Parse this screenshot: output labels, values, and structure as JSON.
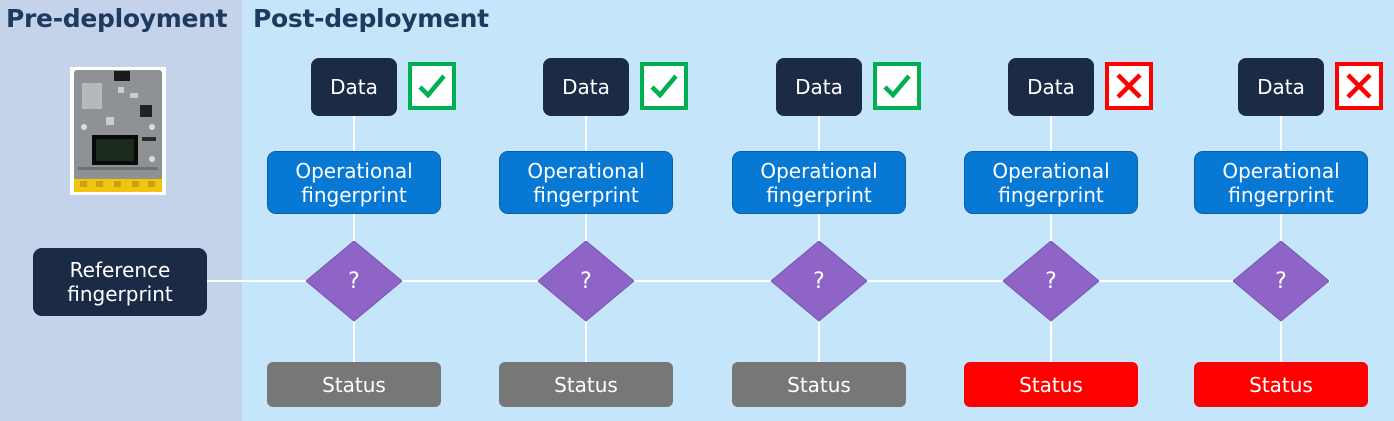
{
  "pre_title": "Pre-deployment",
  "post_title": "Post-deployment",
  "reference": {
    "label": "Reference fingerprint",
    "line1": "Reference",
    "line2": "fingerprint"
  },
  "device_icon": "circuit-board-device",
  "stages": [
    {
      "data": "Data",
      "op_line1": "Operational",
      "op_line2": "fingerprint",
      "decision": "?",
      "status": "Status",
      "result": "pass",
      "status_color": "#777777"
    },
    {
      "data": "Data",
      "op_line1": "Operational",
      "op_line2": "fingerprint",
      "decision": "?",
      "status": "Status",
      "result": "pass",
      "status_color": "#777777"
    },
    {
      "data": "Data",
      "op_line1": "Operational",
      "op_line2": "fingerprint",
      "decision": "?",
      "status": "Status",
      "result": "pass",
      "status_color": "#777777"
    },
    {
      "data": "Data",
      "op_line1": "Operational",
      "op_line2": "fingerprint",
      "decision": "?",
      "status": "Status",
      "result": "fail",
      "status_color": "#ff0000"
    },
    {
      "data": "Data",
      "op_line1": "Operational",
      "op_line2": "fingerprint",
      "decision": "?",
      "status": "Status",
      "result": "fail",
      "status_color": "#ff0000"
    }
  ],
  "colors": {
    "pre_panel": "#c5d3ea",
    "post_panel": "#c5e5fb",
    "data_box": "#1b2a45",
    "operational_box": "#0878d5",
    "decision": "#8e64c7",
    "pass": "#00b050",
    "fail": "#ff0000"
  }
}
